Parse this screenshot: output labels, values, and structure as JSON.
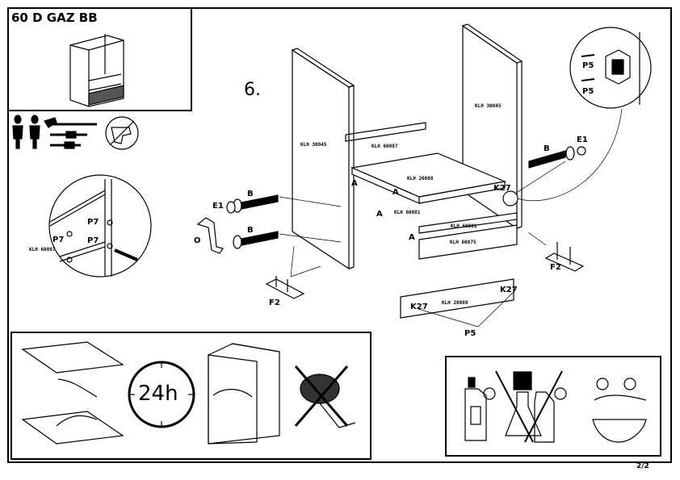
{
  "document": {
    "title": "60 D GAZ BB",
    "step_number": "6.",
    "page": "2/2"
  },
  "hardware_labels": {
    "e1_left": "E1",
    "b_top_left": "B",
    "b_bottom_left": "B",
    "o": "O",
    "f2_left": "F2",
    "f2_right": "F2",
    "b_right": "B",
    "e1_right": "E1",
    "k27_mid": "K27",
    "k27_front_right": "K27",
    "k27_front_left": "K27",
    "p5_front": "P5",
    "p5_detail_top": "P5",
    "p5_detail_bottom": "P5",
    "p7_a": "P7",
    "p7_b": "P7",
    "p7_c": "P7",
    "a1": "A",
    "a2": "A",
    "a3": "A",
    "a4": "A"
  },
  "part_tags": {
    "left_side": "KLH 30045",
    "right_side": "KLH 30045",
    "back_rail": "KLH 60087",
    "shelf": "KLH 20088",
    "shelf_front": "KLH 60081",
    "rail_top": "KLH 60081",
    "rail_front": "KLH 60075",
    "plinth": "KLH 20088",
    "detail_tag": "KLH 60087"
  },
  "care": {
    "drying_time": "24h"
  }
}
